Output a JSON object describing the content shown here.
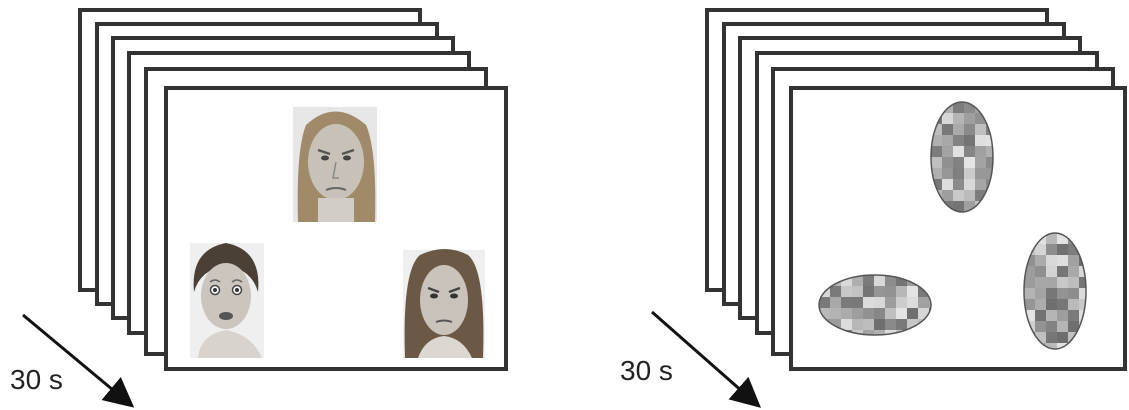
{
  "left_panel": {
    "label": "30 s",
    "stimulus_type": "emotional faces",
    "faces": [
      {
        "name": "face-top",
        "expression": "angry"
      },
      {
        "name": "face-bottom-left",
        "expression": "fearful"
      },
      {
        "name": "face-bottom-right",
        "expression": "angry"
      }
    ]
  },
  "right_panel": {
    "label": "30 s",
    "stimulus_type": "scrambled ovals",
    "ovals": [
      {
        "name": "oval-top",
        "orientation": "vertical"
      },
      {
        "name": "oval-bottom-left",
        "orientation": "horizontal"
      },
      {
        "name": "oval-bottom-right",
        "orientation": "vertical"
      }
    ]
  },
  "colors": {
    "frame_stroke": "#333333",
    "arrow": "#111111",
    "background": "#ffffff"
  }
}
